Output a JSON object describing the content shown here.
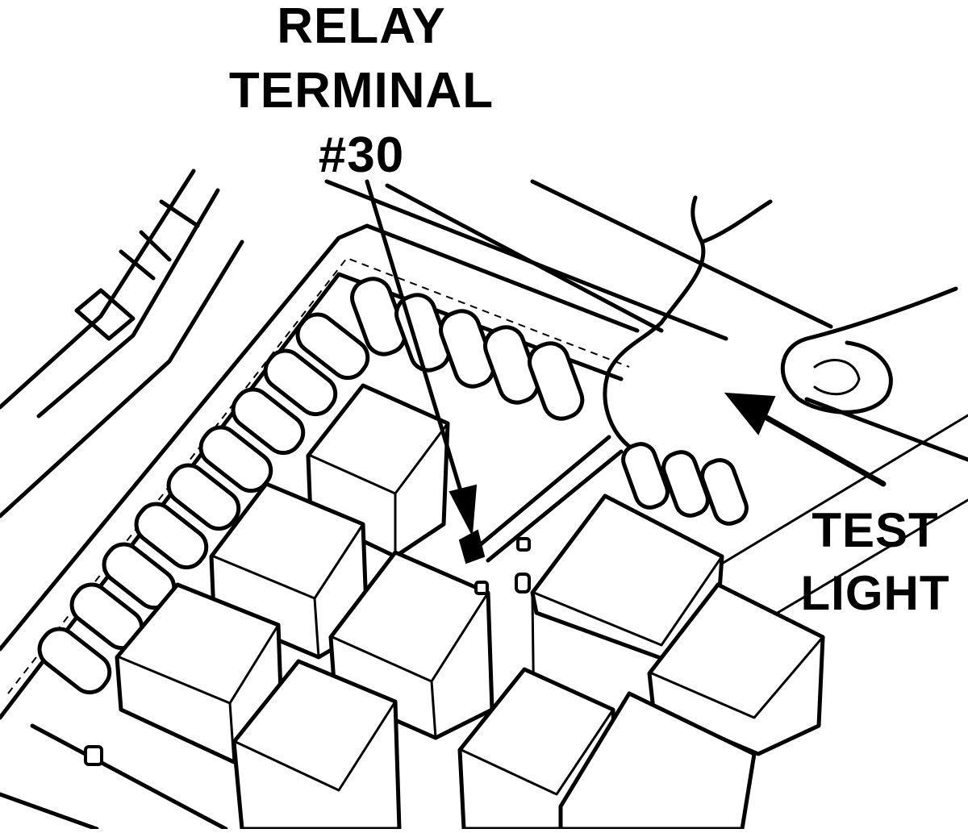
{
  "labels": {
    "relay_terminal": [
      "RELAY",
      "TERMINAL",
      "#30"
    ],
    "test_light": [
      "TEST",
      "LIGHT"
    ]
  },
  "icons": {
    "pointer_arrow": "arrow-icon",
    "test_probe_arrow": "arrow-icon"
  },
  "colors": {
    "ink": "#000000",
    "paper": "#ffffff"
  }
}
